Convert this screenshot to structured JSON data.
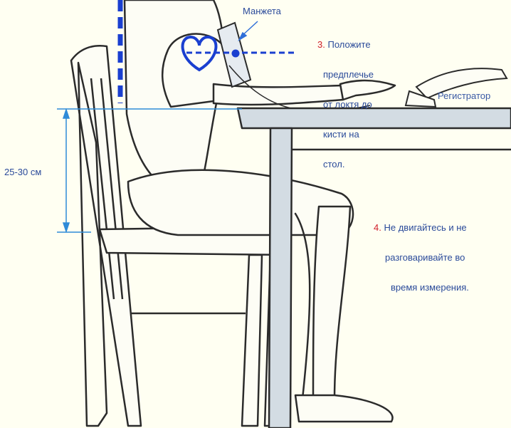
{
  "labels": {
    "cuff": "Манжета",
    "height": "25-30 см",
    "recorder": "Регистратор"
  },
  "step3": {
    "number": "3.",
    "lines": [
      "Положите",
      "предплечье",
      "от локтя до",
      "кисти на",
      "стол."
    ]
  },
  "step4": {
    "number": "4.",
    "lines": [
      "Не двигайтесь и не",
      "разговаривайте во",
      "время измерения."
    ]
  },
  "colors": {
    "background": "#fffff2",
    "outline": "#2b2b2b",
    "accent_blue": "#1a3fd0",
    "dimension_blue": "#2f8bd8",
    "step_number_red": "#d0202a",
    "table_fill": "#d3dce3"
  }
}
